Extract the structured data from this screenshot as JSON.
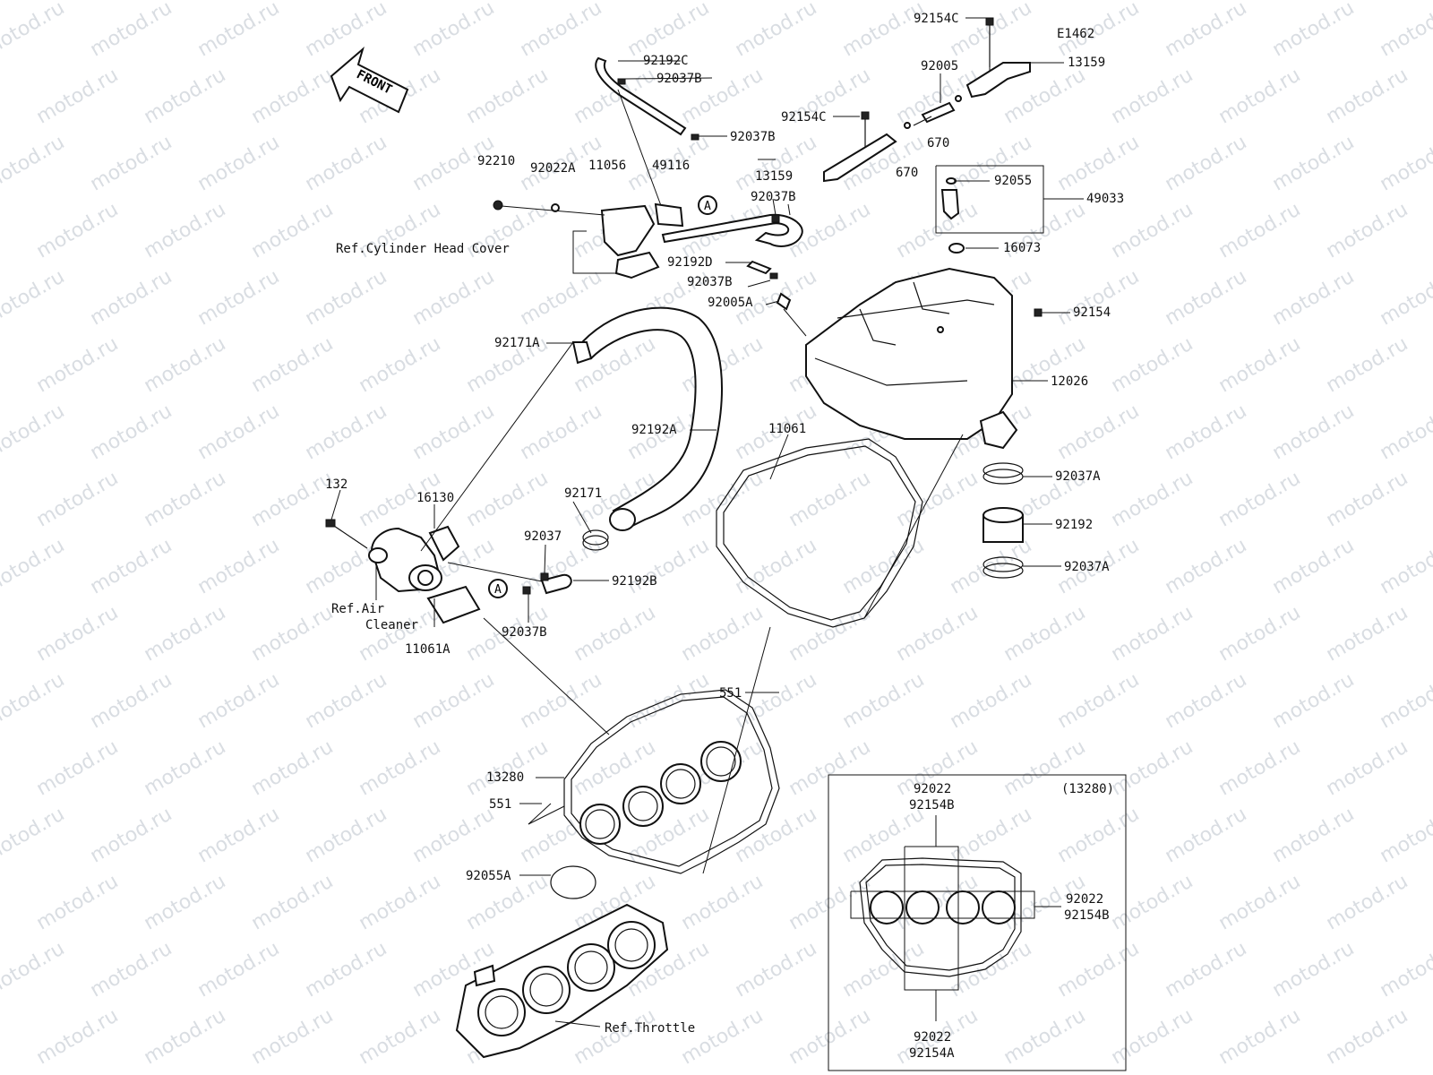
{
  "diagram_code": "E1462",
  "front_arrow_text": "FRONT",
  "circle_marker": "A",
  "inset_title": "(13280)",
  "labels": {
    "p92154C_top": "92154C",
    "p13159_top": "13159",
    "p92005": "92005",
    "p92154C_mid": "92154C",
    "p670_a": "670",
    "p670_b": "670",
    "p13159_mid": "13159",
    "p92192C": "92192C",
    "p92037B_1": "92037B",
    "p92037B_2": "92037B",
    "p92210": "92210",
    "p92022A": "92022A",
    "p11056": "11056",
    "p49116": "49116",
    "p92037B_3": "92037B",
    "ref_cyl": "Ref.Cylinder Head Cover",
    "p92192D": "92192D",
    "p92037B_4": "92037B",
    "p92005A": "92005A",
    "p92055": "92055",
    "p49033": "49033",
    "p16073": "16073",
    "p92154": "92154",
    "p92171A": "92171A",
    "p12026": "12026",
    "p11061": "11061",
    "p92192A": "92192A",
    "p92037A_1": "92037A",
    "p132": "132",
    "p16130": "16130",
    "p92171": "92171",
    "p92192": "92192",
    "p92037": "92037",
    "p92192B": "92192B",
    "p92037A_2": "92037A",
    "ref_air_1": "Ref.Air",
    "ref_air_2": "Cleaner",
    "p92037B_5": "92037B",
    "p11061A": "11061A",
    "p551_top": "551",
    "p13280": "13280",
    "p551_left": "551",
    "p92055A": "92055A",
    "ref_throttle": "Ref.Throttle",
    "inset_92022_top": "92022",
    "inset_92154B_top": "92154B",
    "inset_92022_right": "92022",
    "inset_92154B_right": "92154B",
    "inset_92022_bottom": "92022",
    "inset_92154A": "92154A"
  },
  "watermark": "motod.ru"
}
